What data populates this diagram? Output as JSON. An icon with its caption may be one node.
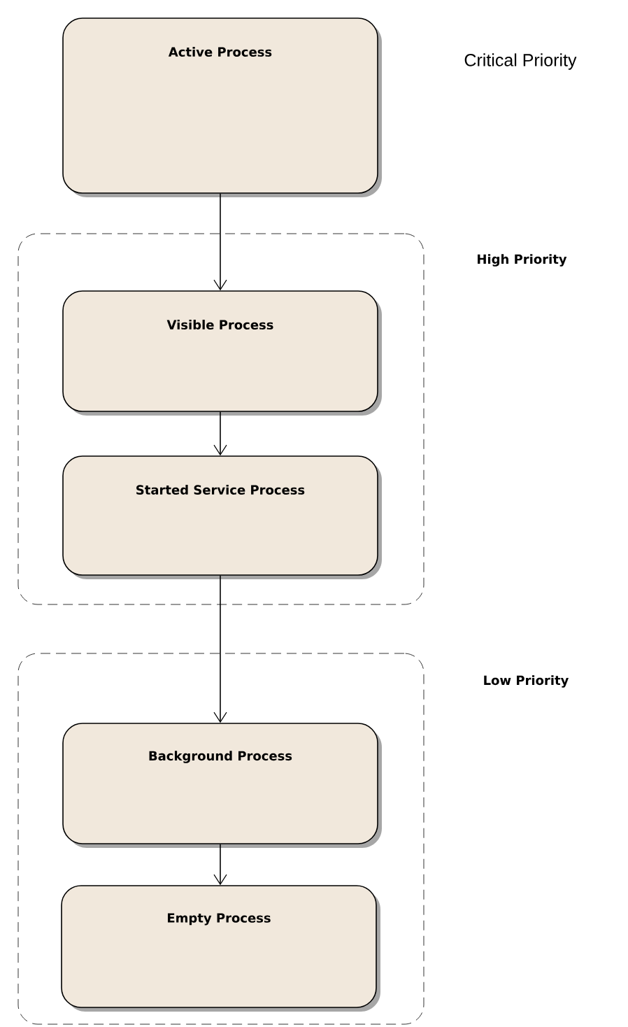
{
  "diagram": {
    "nodes": [
      {
        "text": [
          "Active Process"
        ]
      },
      {
        "text": [
          "High Priority"
        ]
      },
      {
        "text": [
          "Visible Process"
        ],
        "in": 1
      },
      {
        "text": [
          "Started Service Process"
        ],
        "in": 1
      },
      {
        "text": [
          "Low Priority"
        ]
      },
      {
        "text": [
          "Background Process"
        ],
        "in": 4
      },
      {
        "text": [
          "Empty Process"
        ],
        "in": 4
      }
    ],
    "edges": [
      {
        "from": 0,
        "to": 2,
        "arrow": "to"
      },
      {
        "from": 2,
        "to": 3,
        "arrow": "to"
      },
      {
        "from": 3,
        "to": 5,
        "arrow": "to"
      },
      {
        "from": 5,
        "to": 6,
        "arrow": "to"
      }
    ],
    "labels": [
      "Critical Priority"
    ]
  }
}
